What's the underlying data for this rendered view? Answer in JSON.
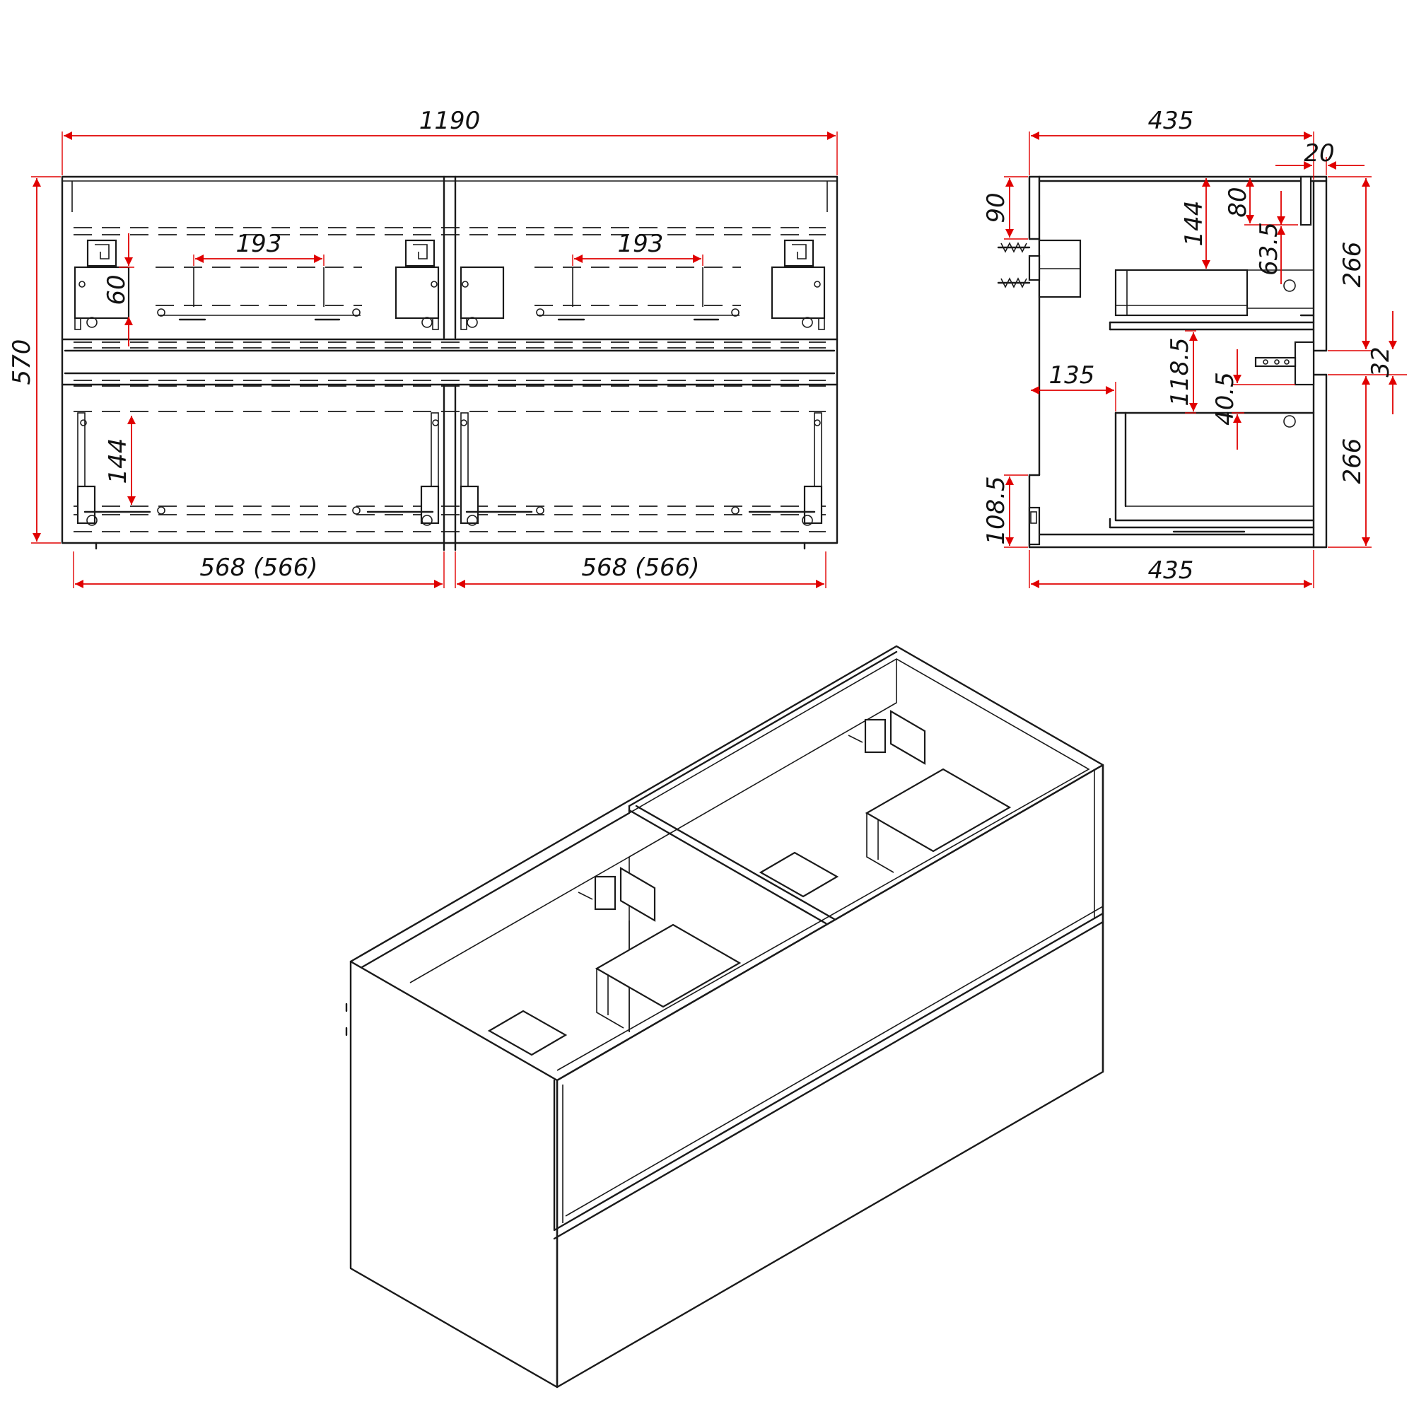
{
  "front_view": {
    "overall_width": "1190",
    "overall_height": "570",
    "left_drawer_width": "568 (566)",
    "right_drawer_width": "568 (566)",
    "left_handle_spacing": "193",
    "right_handle_spacing": "193",
    "upper_rail_height": "60",
    "lower_drawer_height": "144"
  },
  "side_view": {
    "top_depth": "435",
    "bottom_depth": "435",
    "back_offset": "20",
    "top_offset": "90",
    "upper_drawer_offset": "144",
    "upper_drawer_gap": "80",
    "upper_hole_height": "63.5",
    "upper_front_height": "266",
    "lower_front_height": "266",
    "front_gap": "32",
    "drawer_setback": "135",
    "bracket_height": "118.5",
    "bracket_drop": "40.5",
    "bottom_bracket_height": "108.5"
  }
}
